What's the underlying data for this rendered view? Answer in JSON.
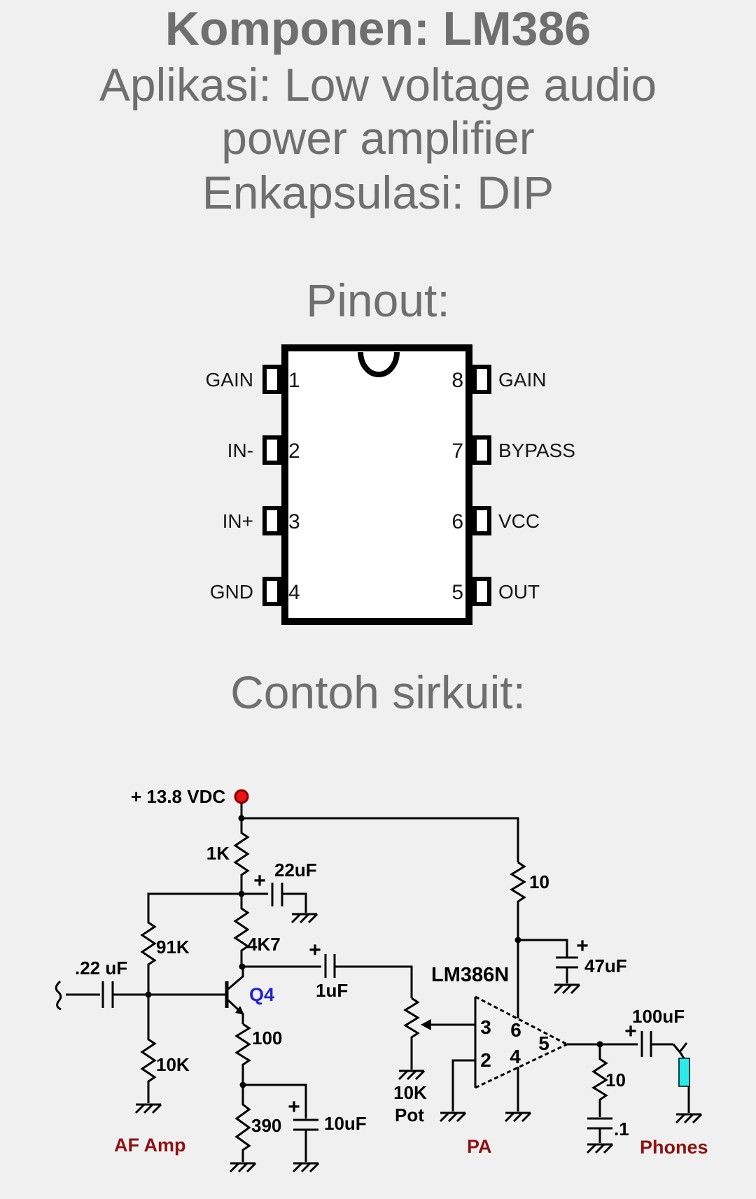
{
  "header": {
    "line1": "Komponen: LM386",
    "line2": "Aplikasi: Low voltage audio",
    "line3": "power amplifier",
    "line4": "Enkapsulasi: DIP"
  },
  "sections": {
    "pinout_heading": "Pinout:",
    "circuit_heading": "Contoh sirkuit:"
  },
  "pinout": {
    "left_pins": [
      {
        "number": "1",
        "label": "GAIN"
      },
      {
        "number": "2",
        "label": "IN-"
      },
      {
        "number": "3",
        "label": "IN+"
      },
      {
        "number": "4",
        "label": "GND"
      }
    ],
    "right_pins": [
      {
        "number": "8",
        "label": "GAIN"
      },
      {
        "number": "7",
        "label": "BYPASS"
      },
      {
        "number": "6",
        "label": "VCC"
      },
      {
        "number": "5",
        "label": "OUT"
      }
    ]
  },
  "circuit": {
    "supply_label": "+ 13.8 VDC",
    "r1k": "1K",
    "c22uf": "22uF",
    "r91k": "91K",
    "cin": ".22 uF",
    "r10k_bias": "10K",
    "r4k7": "4K7",
    "q4": "Q4",
    "r100": "100",
    "r390": "390",
    "c10uf": "10uF",
    "c1uf": "1uF",
    "pot_value": "10K",
    "pot_word": "Pot",
    "ic_name": "LM386N",
    "pin3": "3",
    "pin2": "2",
    "pin6": "6",
    "pin4": "4",
    "pin5": "5",
    "r10_supply": "10",
    "c47uf": "47uF",
    "c100uf": "100uF",
    "r10_zobel": "10",
    "c_point1": ".1",
    "stage_af": "AF Amp",
    "stage_pa": "PA",
    "stage_phones": "Phones",
    "plus": "+"
  },
  "colors": {
    "background": "#f0f0f0",
    "heading_gray": "#6f6f6f",
    "schematic_ink": "#000000",
    "supply_terminal_red": "#ee1111",
    "stage_label_red": "#8e1212",
    "transistor_label_blue": "#2323cc",
    "jack_cyan": "#2ee9e9"
  }
}
